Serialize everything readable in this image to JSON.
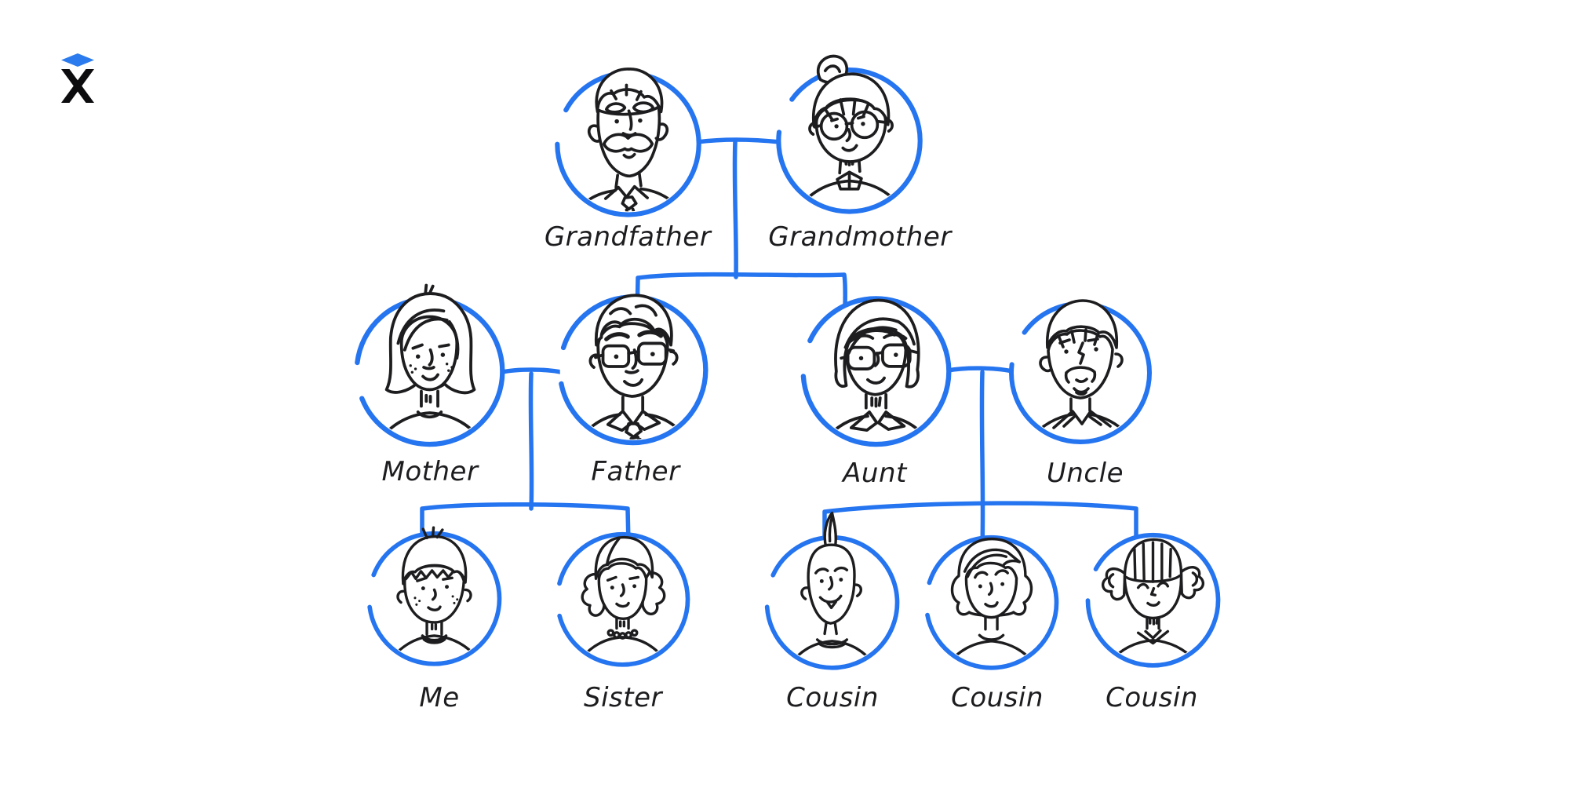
{
  "page": {
    "background_color": "#ffffff"
  },
  "logo": {
    "icon": "mortarboard-x-logo",
    "diamond_color": "#2b7bee",
    "x_color": "#0c0c0e"
  },
  "diagram": {
    "type": "family-tree",
    "accent_color": "#2574f0",
    "ink_color": "#1d1d1f",
    "people": [
      {
        "id": "grandfather",
        "label": "Grandfather",
        "generation": 1,
        "appearance": "man with mustache and collared shirt with tie"
      },
      {
        "id": "grandmother",
        "label": "Grandmother",
        "generation": 1,
        "appearance": "woman with hair bun and round glasses"
      },
      {
        "id": "mother",
        "label": "Mother",
        "generation": 2,
        "appearance": "woman with long wavy hair"
      },
      {
        "id": "father",
        "label": "Father",
        "generation": 2,
        "appearance": "man with rectangular glasses and striped tie"
      },
      {
        "id": "aunt",
        "label": "Aunt",
        "generation": 2,
        "appearance": "woman with bob haircut and glasses"
      },
      {
        "id": "uncle",
        "label": "Uncle",
        "generation": 2,
        "appearance": "man with mustache and goatee, open collar"
      },
      {
        "id": "me",
        "label": "Me",
        "generation": 3,
        "appearance": "boy with freckles and short hair"
      },
      {
        "id": "sister",
        "label": "Sister",
        "generation": 3,
        "appearance": "girl with curly hair and bead necklace"
      },
      {
        "id": "cousin-1",
        "label": "Cousin",
        "generation": 3,
        "appearance": "boy with mohawk"
      },
      {
        "id": "cousin-2",
        "label": "Cousin",
        "generation": 3,
        "appearance": "girl with voluminous side-swept hair"
      },
      {
        "id": "cousin-3",
        "label": "Cousin",
        "generation": 3,
        "appearance": "girl with straight bangs and pigtails"
      }
    ],
    "couples": [
      [
        "grandfather",
        "grandmother"
      ],
      [
        "mother",
        "father"
      ],
      [
        "aunt",
        "uncle"
      ]
    ],
    "children_links": [
      {
        "parents": [
          "grandfather",
          "grandmother"
        ],
        "children": [
          "father",
          "aunt"
        ]
      },
      {
        "parents": [
          "mother",
          "father"
        ],
        "children": [
          "me",
          "sister"
        ]
      },
      {
        "parents": [
          "aunt",
          "uncle"
        ],
        "children": [
          "cousin-1",
          "cousin-2",
          "cousin-3"
        ]
      }
    ]
  }
}
